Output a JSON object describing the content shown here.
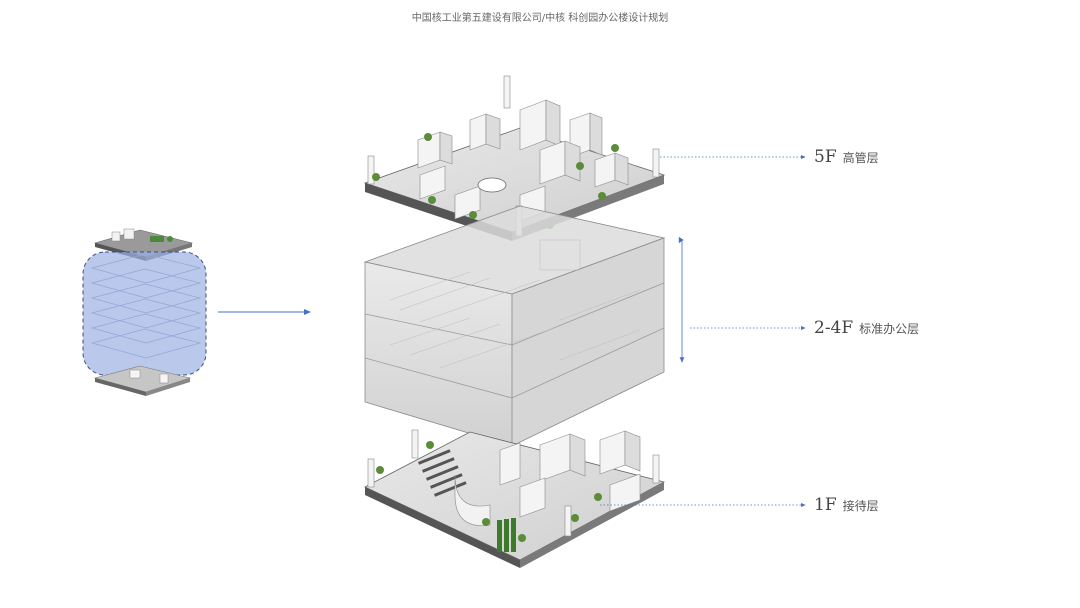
{
  "header": {
    "title": "中国核工业第五建设有限公司/中核 科创园办公楼设计规划"
  },
  "floors": [
    {
      "level": "5F",
      "description": "高管层"
    },
    {
      "level": "2-4F",
      "description": "标准办公层"
    },
    {
      "level": "1F",
      "description": "接待层"
    }
  ],
  "colors": {
    "arrow": "#4472c4",
    "highlight": "#9bb1e3",
    "floor_gray": "#8a8a8a",
    "glass_gray": "#d9d9d9"
  }
}
